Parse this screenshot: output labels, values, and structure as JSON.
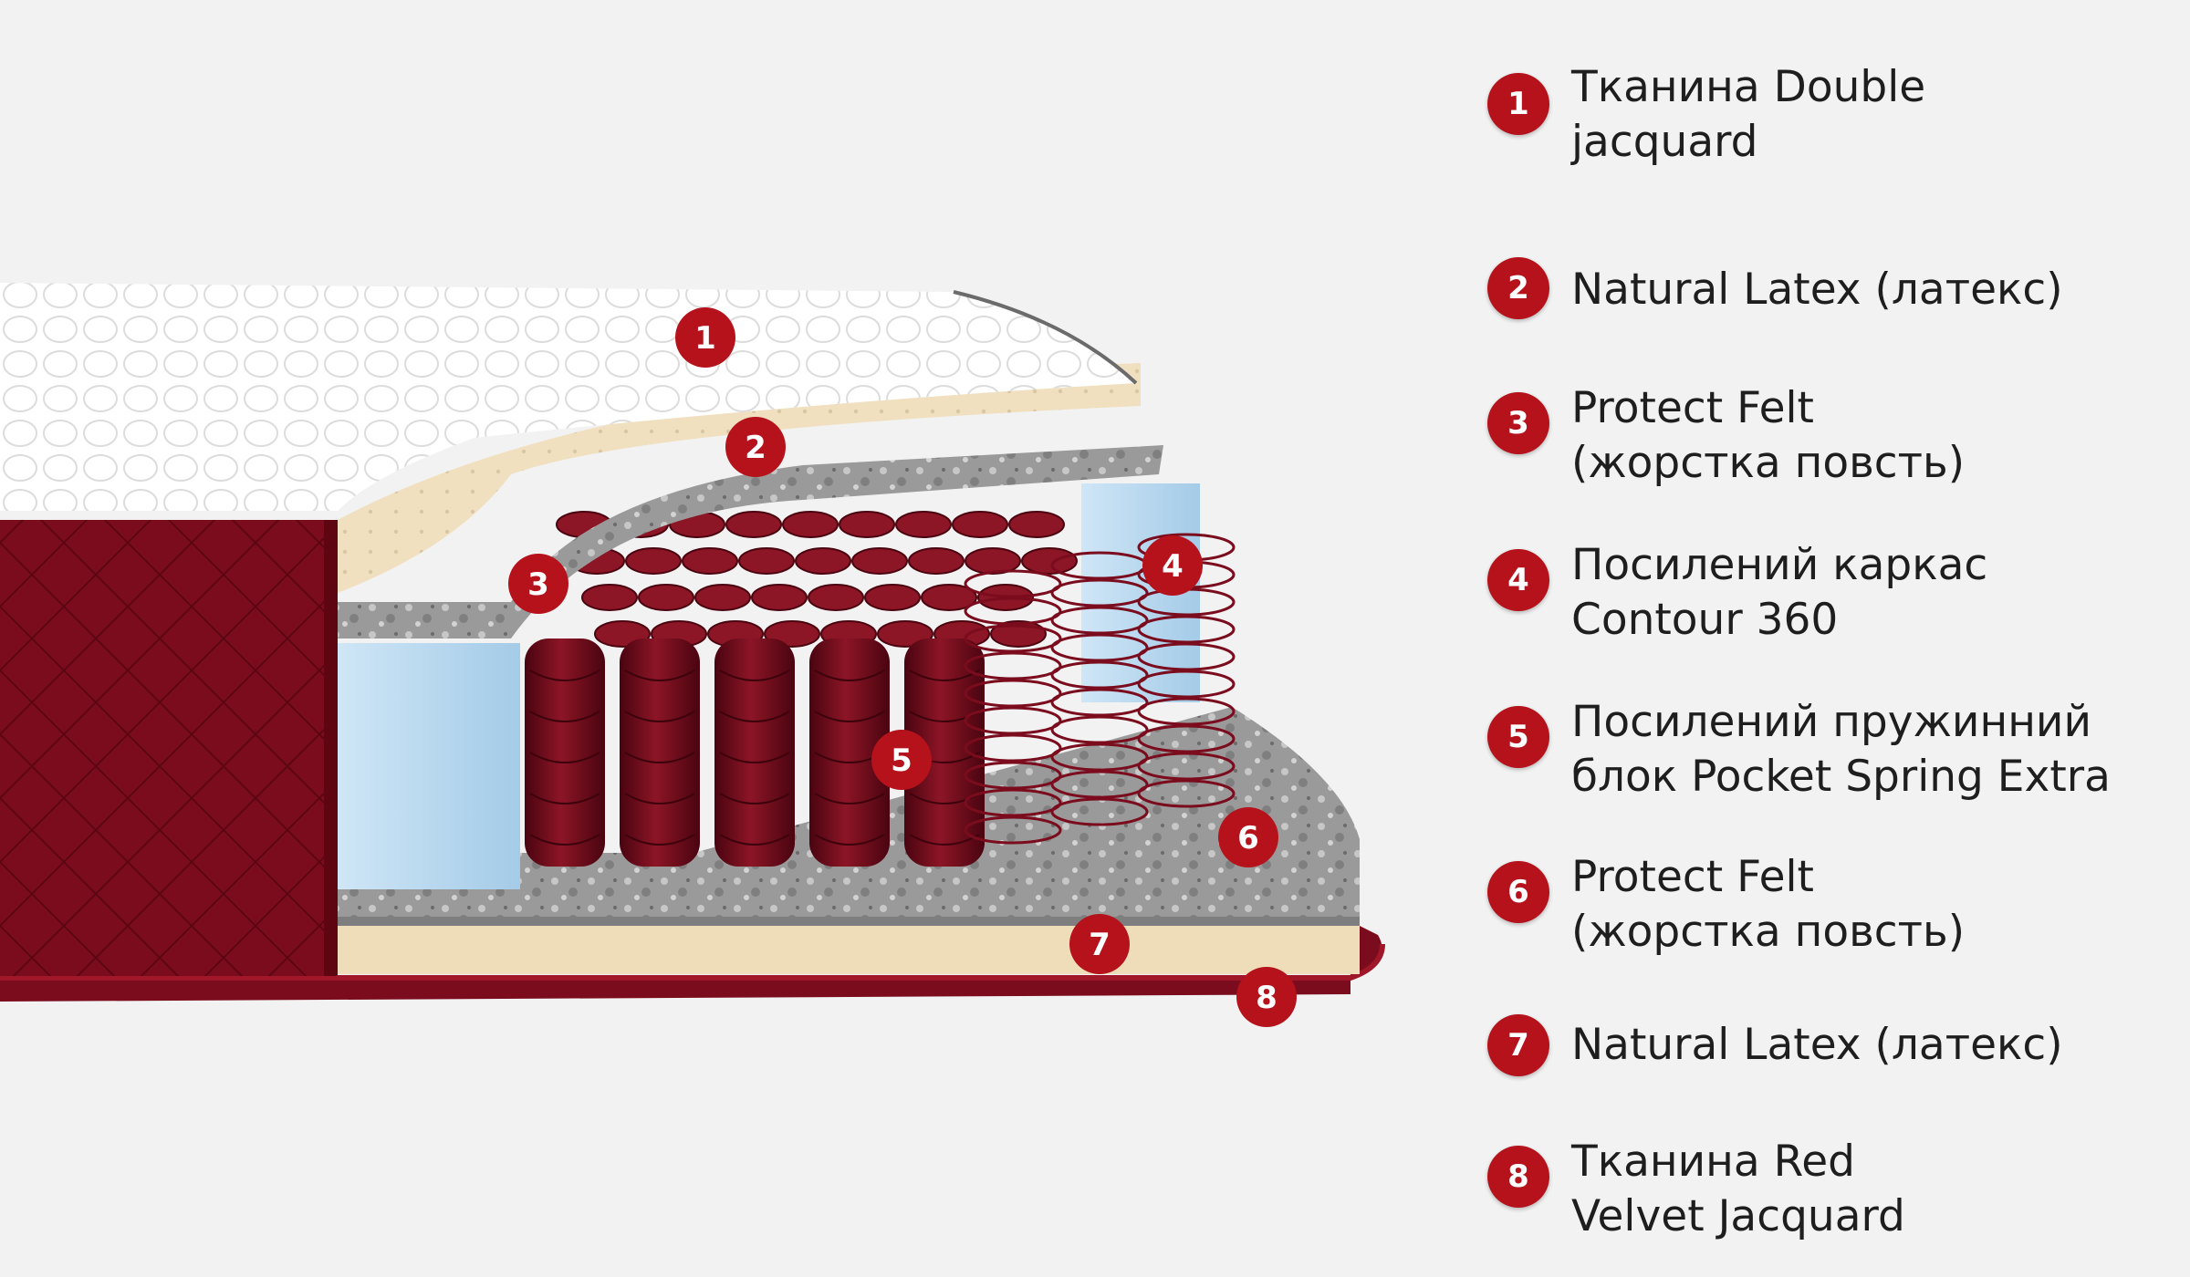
{
  "accent_color": "#b5121b",
  "layers": [
    {
      "number": "1",
      "label": "Тканина Double\njacquard"
    },
    {
      "number": "2",
      "label": "Natural Latex (латекс)"
    },
    {
      "number": "3",
      "label": "Protect Felt\n(жорстка повсть)"
    },
    {
      "number": "4",
      "label": "Посилений каркас\nContour 360"
    },
    {
      "number": "5",
      "label": "Посилений пружинний\nблок Pocket Spring Extra"
    },
    {
      "number": "6",
      "label": "Protect Felt\n(жорстка повсть)"
    },
    {
      "number": "7",
      "label": "Natural Latex (латекс)"
    },
    {
      "number": "8",
      "label": "Тканина Red\nVelvet Jacquard"
    }
  ]
}
